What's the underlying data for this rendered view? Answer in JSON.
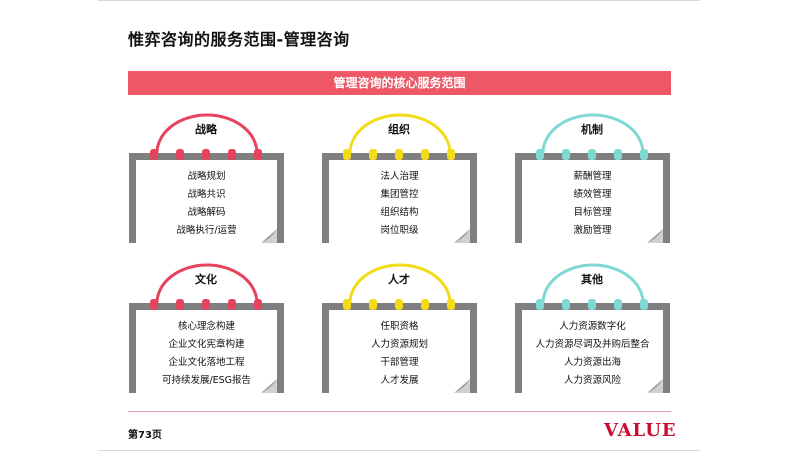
{
  "page": {
    "title": "惟弈咨询的服务范围-管理咨询",
    "banner": "管理咨询的核心服务范围",
    "page_number": "第73页",
    "logo": "VALUE"
  },
  "colors": {
    "red": "#e6435f",
    "yellow": "#f2dc1a",
    "teal": "#7fd8d2",
    "frame": "#7f7f7f",
    "banner": "#ee5766"
  },
  "cards": [
    {
      "label": "战略",
      "color": "red",
      "items": [
        "战略规划",
        "战略共识",
        "战略解码",
        "战略执行/运营"
      ]
    },
    {
      "label": "组织",
      "color": "yellow",
      "items": [
        "法人治理",
        "集团管控",
        "组织结构",
        "岗位职级"
      ]
    },
    {
      "label": "机制",
      "color": "teal",
      "items": [
        "薪酬管理",
        "绩效管理",
        "目标管理",
        "激励管理"
      ]
    },
    {
      "label": "文化",
      "color": "red",
      "items": [
        "核心理念构建",
        "企业文化宪章构建",
        "企业文化落地工程",
        "可持续发展/ESG报告"
      ]
    },
    {
      "label": "人才",
      "color": "yellow",
      "items": [
        "任职资格",
        "人力资源规划",
        "干部管理",
        "人才发展"
      ]
    },
    {
      "label": "其他",
      "color": "teal",
      "items": [
        "人力资源数字化",
        "人力资源尽调及并购后整合",
        "人力资源出海",
        "人力资源风险"
      ]
    }
  ]
}
